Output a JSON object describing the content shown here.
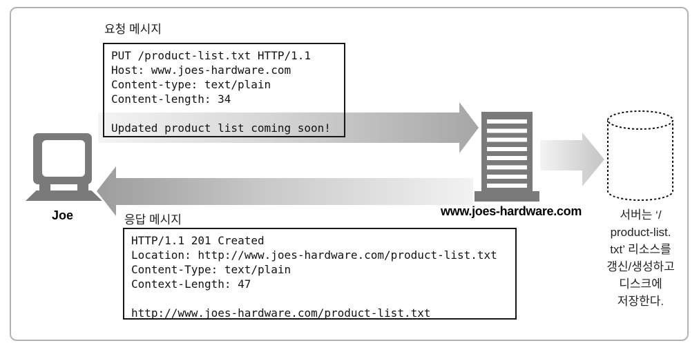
{
  "figure": {
    "request_message": {
      "label": "요청 메시지",
      "lines": [
        "PUT /product-list.txt HTTP/1.1",
        "Host: www.joes-hardware.com",
        "Content-type: text/plain",
        "Content-length: 34",
        "",
        "Updated product list coming soon!"
      ]
    },
    "response_message": {
      "label": "응답 메시지",
      "lines": [
        "HTTP/1.1 201 Created",
        "Location: http://www.joes-hardware.com/product-list.txt",
        "Content-Type: text/plain",
        "Context-Length: 47",
        "",
        "http://www.joes-hardware.com/product-list.txt"
      ]
    },
    "client": {
      "label": "Joe"
    },
    "server": {
      "label": "www.joes-hardware.com"
    },
    "disk": {
      "caption_lines": [
        "서버는 ‘/",
        "product-list.",
        "txt’ 리소스를",
        "갱신/생성하고",
        "디스크에",
        "저장한다."
      ]
    },
    "colors": {
      "icon_gray": "#7a7a7a",
      "arrow_dark": "#a0a0a0",
      "arrow_light": "#f2f2f2",
      "box_border": "#161616",
      "frame_border": "#b2b2b2"
    }
  }
}
